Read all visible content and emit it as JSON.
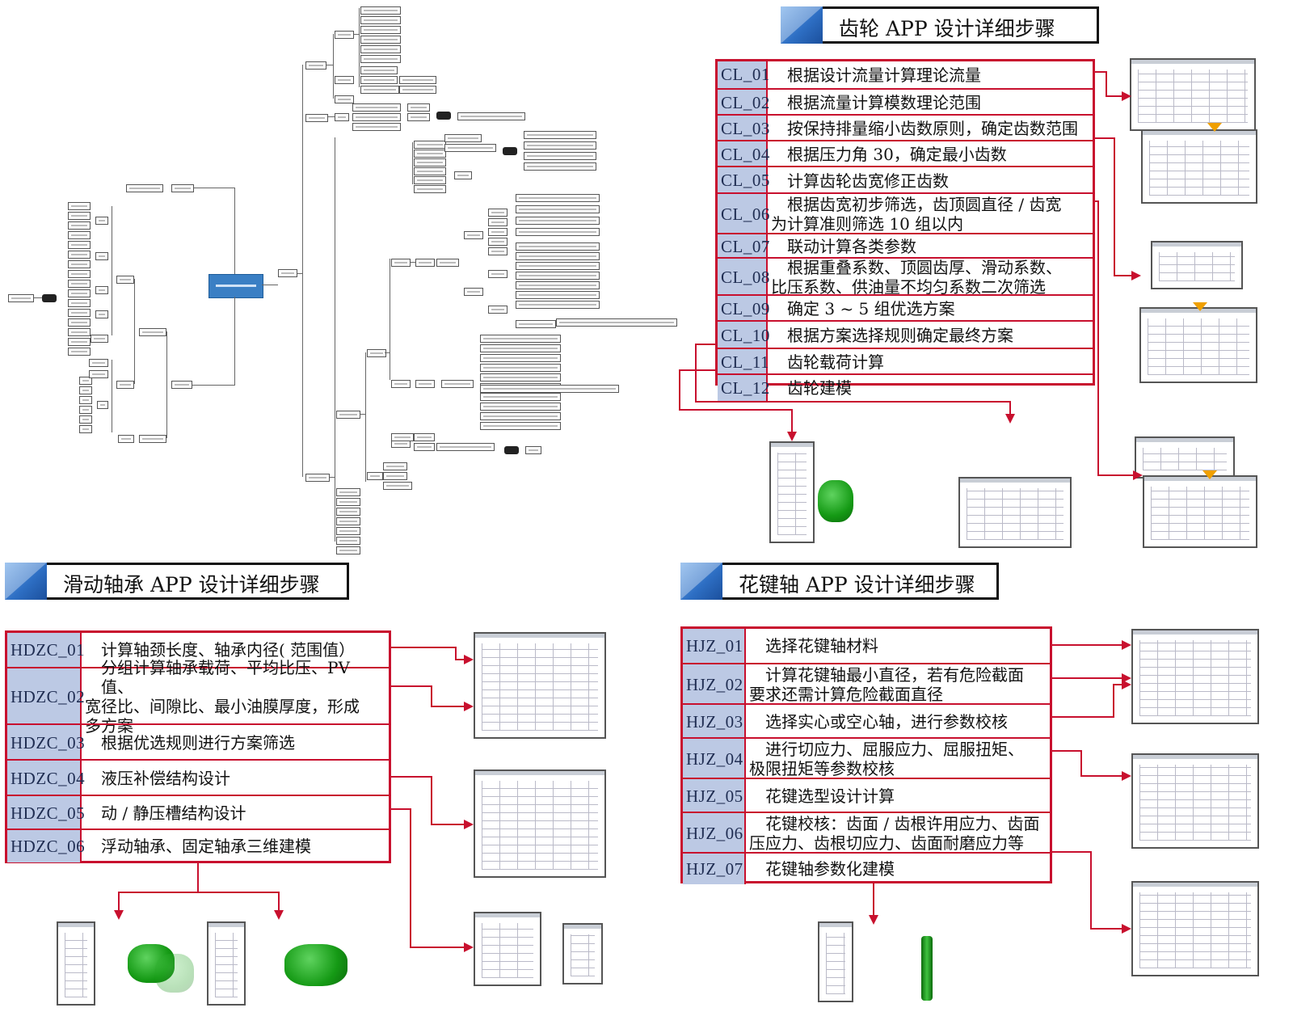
{
  "colors": {
    "accent_red": "#c8102e",
    "code_bg": "#bcc9e4",
    "header_blue": "#2e6fc4",
    "model_green": "#159a15"
  },
  "gear": {
    "title": "齿轮 APP 设计详细步骤",
    "steps": [
      {
        "code": "CL_01",
        "lines": [
          "根据设计流量计算理论流量"
        ]
      },
      {
        "code": "CL_02",
        "lines": [
          "根据流量计算模数理论范围"
        ]
      },
      {
        "code": "CL_03",
        "lines": [
          "按保持排量缩小齿数原则，确定齿数范围"
        ]
      },
      {
        "code": "CL_04",
        "lines": [
          "根据压力角 30，确定最小齿数"
        ]
      },
      {
        "code": "CL_05",
        "lines": [
          "计算齿轮齿宽修正齿数"
        ]
      },
      {
        "code": "CL_06",
        "lines": [
          "根据齿宽初步筛选，齿顶圆直径 / 齿宽",
          "为计算准则筛选 10 组以内"
        ]
      },
      {
        "code": "CL_07",
        "lines": [
          "联动计算各类参数"
        ]
      },
      {
        "code": "CL_08",
        "lines": [
          "根据重叠系数、顶圆齿厚、滑动系数、",
          "比压系数、供油量不均匀系数二次筛选"
        ]
      },
      {
        "code": "CL_09",
        "lines": [
          "确定 3 ~ 5 组优选方案"
        ]
      },
      {
        "code": "CL_10",
        "lines": [
          "根据方案选择规则确定最终方案"
        ]
      },
      {
        "code": "CL_11",
        "lines": [
          "齿轮载荷计算"
        ]
      },
      {
        "code": "CL_12",
        "lines": [
          "齿轮建模"
        ]
      }
    ]
  },
  "bearing": {
    "title": "滑动轴承 APP 设计详细步骤",
    "steps": [
      {
        "code": "HDZC_01",
        "lines": [
          "计算轴颈长度、轴承内径( 范围值）"
        ]
      },
      {
        "code": "HDZC_02",
        "lines": [
          "分组计算轴承载荷、平均比压、PV 值、",
          "宽径比、间隙比、最小油膜厚度，形成",
          "多方案"
        ]
      },
      {
        "code": "HDZC_03",
        "lines": [
          "根据优选规则进行方案筛选"
        ]
      },
      {
        "code": "HDZC_04",
        "lines": [
          "液压补偿结构设计"
        ]
      },
      {
        "code": "HDZC_05",
        "lines": [
          "动 / 静压槽结构设计"
        ]
      },
      {
        "code": "HDZC_06",
        "lines": [
          "浮动轴承、固定轴承三维建模"
        ]
      }
    ]
  },
  "spline": {
    "title": "花键轴 APP 设计详细步骤",
    "steps": [
      {
        "code": "HJZ_01",
        "lines": [
          "选择花键轴材料"
        ]
      },
      {
        "code": "HJZ_02",
        "lines": [
          "计算花键轴最小直径，若有危险截面",
          "要求还需计算危险截面直径"
        ]
      },
      {
        "code": "HJZ_03",
        "lines": [
          "选择实心或空心轴，进行参数校核"
        ]
      },
      {
        "code": "HJZ_04",
        "lines": [
          "进行切应力、屈服应力、屈服扭矩、",
          "极限扭矩等参数校核"
        ]
      },
      {
        "code": "HJZ_05",
        "lines": [
          "花键选型设计计算"
        ]
      },
      {
        "code": "HJZ_06",
        "lines": [
          "花键校核：齿面 / 齿根许用应力、齿面",
          "压应力、齿根切应力、齿面耐磨应力等"
        ]
      },
      {
        "code": "HJZ_07",
        "lines": [
          "花键轴参数化建模"
        ]
      }
    ]
  }
}
